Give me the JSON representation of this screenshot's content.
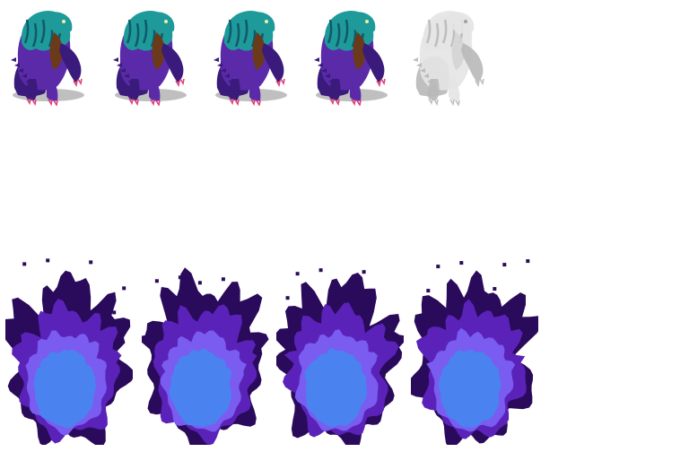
{
  "sprite_sheet": {
    "background": "#ffffff",
    "rows": [
      {
        "name": "creature-frames",
        "frames": [
          {
            "name": "werebear-frame-1",
            "style": "colored"
          },
          {
            "name": "werebear-frame-2",
            "style": "colored"
          },
          {
            "name": "werebear-frame-3",
            "style": "colored"
          },
          {
            "name": "werebear-frame-4",
            "style": "colored"
          },
          {
            "name": "werebear-frame-5",
            "style": "ghost-white"
          }
        ]
      },
      {
        "name": "flame-frames",
        "frames": [
          {
            "name": "purple-flame-frame-1"
          },
          {
            "name": "purple-flame-frame-2"
          },
          {
            "name": "purple-flame-frame-3"
          },
          {
            "name": "purple-flame-frame-4"
          }
        ]
      }
    ],
    "colors": {
      "bear_fur_dark": "#3a1a7a",
      "bear_fur_purple": "#5a2aa8",
      "bear_mane_teal": "#1f9a9a",
      "bear_mane_dark_teal": "#0f5a6a",
      "bear_chest_brown": "#6a3a1a",
      "bear_claw_pink": "#e0407a",
      "bear_shadow": "#8a8a8a",
      "ghost_fill": "#e4e4e4",
      "ghost_outline": "#b8b8b8",
      "flame_outer": "#2a0a5a",
      "flame_mid": "#5a22b8",
      "flame_inner": "#7a5cf0",
      "flame_core": "#4a82f0"
    }
  }
}
